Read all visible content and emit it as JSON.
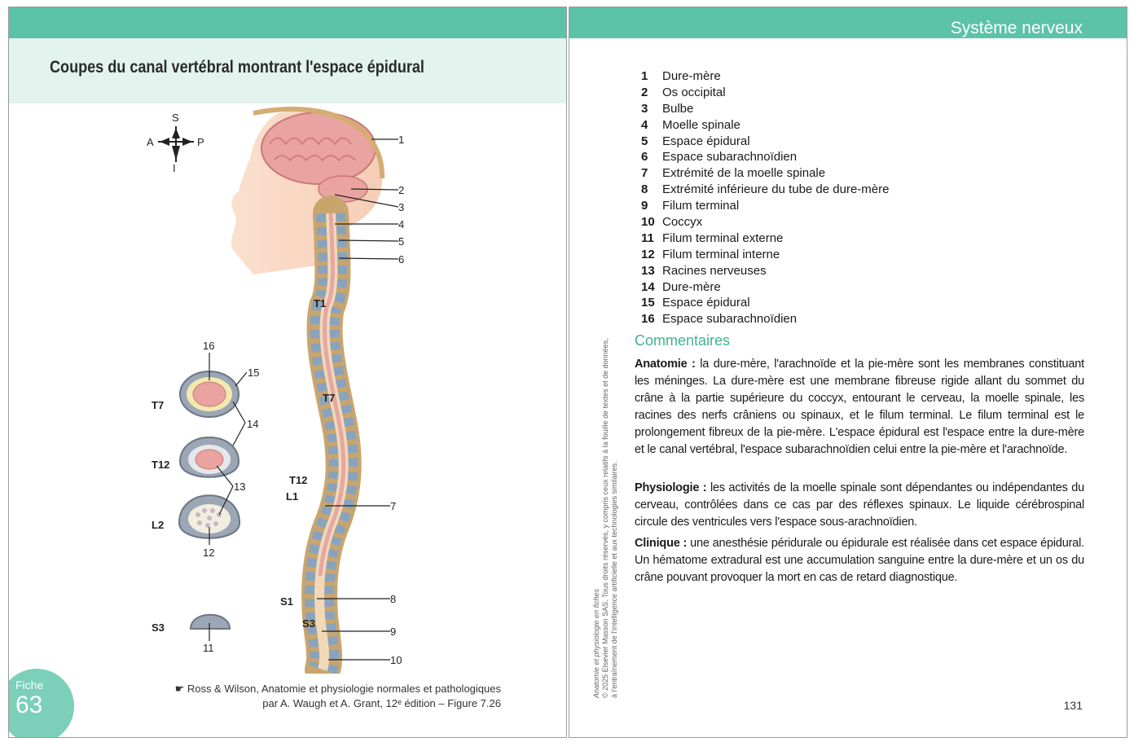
{
  "left_page": {
    "title": "Coupes du canal vertébral montrant l'espace épidural",
    "figure": {
      "orientation": {
        "top": "S",
        "left": "A",
        "right": "P",
        "bottom": "I"
      },
      "callouts": [
        "1",
        "2",
        "3",
        "4",
        "5",
        "6",
        "7",
        "8",
        "9",
        "10"
      ],
      "vertebra_labels": [
        "T1",
        "T7",
        "T12",
        "L1",
        "S1",
        "S3"
      ],
      "section_labels": [
        "T7",
        "T12",
        "L2",
        "S3"
      ],
      "section_callouts": [
        "16",
        "15",
        "14",
        "13",
        "12",
        "11"
      ]
    },
    "citation_line1": "☛ Ross & Wilson, Anatomie et physiologie normales et pathologiques",
    "citation_line2": "par A. Waugh et A. Grant, 12ᵉ édition – Figure 7.26",
    "fiche_label": "Fiche",
    "fiche_number": "63"
  },
  "right_page": {
    "section_title": "Système nerveux",
    "legend": [
      {
        "num": "1",
        "label": "Dure-mère"
      },
      {
        "num": "2",
        "label": "Os occipital"
      },
      {
        "num": "3",
        "label": "Bulbe"
      },
      {
        "num": "4",
        "label": "Moelle spinale"
      },
      {
        "num": "5",
        "label": "Espace épidural"
      },
      {
        "num": "6",
        "label": "Espace subarachnoïdien"
      },
      {
        "num": "7",
        "label": "Extrémité de la moelle spinale"
      },
      {
        "num": "8",
        "label": "Extrémité inférieure du tube de dure-mère"
      },
      {
        "num": "9",
        "label": "Filum terminal"
      },
      {
        "num": "10",
        "label": "Coccyx"
      },
      {
        "num": "11",
        "label": "Filum terminal externe"
      },
      {
        "num": "12",
        "label": "Filum terminal interne"
      },
      {
        "num": "13",
        "label": "Racines nerveuses"
      },
      {
        "num": "14",
        "label": "Dure-mère"
      },
      {
        "num": "15",
        "label": "Espace épidural"
      },
      {
        "num": "16",
        "label": "Espace subarachnoïdien"
      }
    ],
    "comments_heading": "Commentaires",
    "anatomie_label": "Anatomie :",
    "anatomie_text": "la dure-mère, l'arachnoïde et la pie-mère sont les membranes constituant les méninges. La dure-mère est une membrane fibreuse rigide allant du sommet du crâne à la partie supérieure du coccyx, entourant le cerveau, la moelle spinale, les racines des nerfs crâniens ou spinaux, et le filum terminal. Le filum terminal est le prolongement fibreux de la pie-mère. L'espace épidural est l'espace entre la dure-mère et le canal vertébral, l'espace subarachnoïdien celui entre la pie-mère et l'arachnoïde.",
    "physiologie_label": "Physiologie :",
    "physiologie_text": "les activités de la moelle spinale sont dépendantes ou indépendantes du cerveau, contrôlées dans ce cas par des réflexes spinaux. Le liquide cérébrospinal circule des ventricules vers l'espace sous-arachnoïdien.",
    "clinique_label": "Clinique :",
    "clinique_text": "une anesthésie péridurale ou épidurale est réalisée dans cet espace épidural. Un hématome extradural est une accumulation sanguine entre la dure-mère et un os du crâne pouvant provoquer la mort en cas de retard diagnostique.",
    "copyright_line1": "Anatomie et physiologie en fiches",
    "copyright_line2": "© 2025 Elsevier Masson SAS. Tous droits réservés, y compris ceux relatifs à la fouille de textes et de données,",
    "copyright_line3": "à l'entraînement de l'intelligence artificielle et aux technologies similaires.",
    "page_number": "131"
  },
  "colors": {
    "accent": "#5cc3a8",
    "title_band": "#e3f3ee",
    "heading_green": "#3fb593"
  }
}
